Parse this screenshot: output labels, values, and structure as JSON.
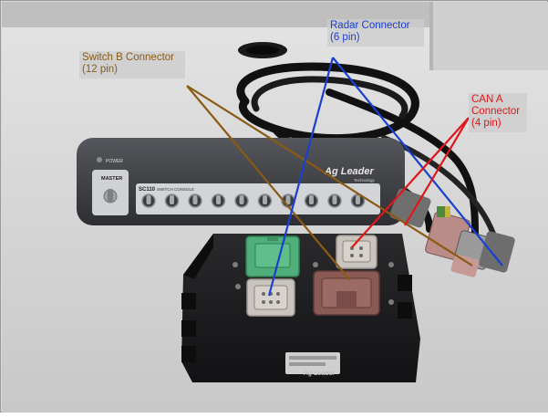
{
  "photo": {
    "caption_labels": [
      {
        "id": "switch_b",
        "text": "Switch B Connector\n(12 pin)",
        "color": "#8b5a14"
      },
      {
        "id": "radar",
        "text": "Radar Connector\n(6 pin)",
        "color": "#1a3fd1"
      },
      {
        "id": "can_a",
        "text": "CAN A\nConnector\n(4 pin)",
        "color": "#e0171a"
      }
    ],
    "console": {
      "power_label": "POWER",
      "master_label": "MASTER",
      "model_label": "SC110",
      "subtitle_label": "SWITCH CONSOLE",
      "brand_label": "Ag Leader",
      "brand_sub_label": "Technology"
    },
    "module": {
      "brand_label": "Ag Leader"
    },
    "colors": {
      "switch_b_line": "#8b5a14",
      "radar_line": "#1a3fd1",
      "can_a_line": "#e0171a",
      "connector_green": "#4fae7a",
      "connector_gray": "#c9c4bd",
      "connector_brown": "#8a5b55",
      "module_body": "#1c1c1e",
      "console_body": "#3a3b3f"
    }
  }
}
